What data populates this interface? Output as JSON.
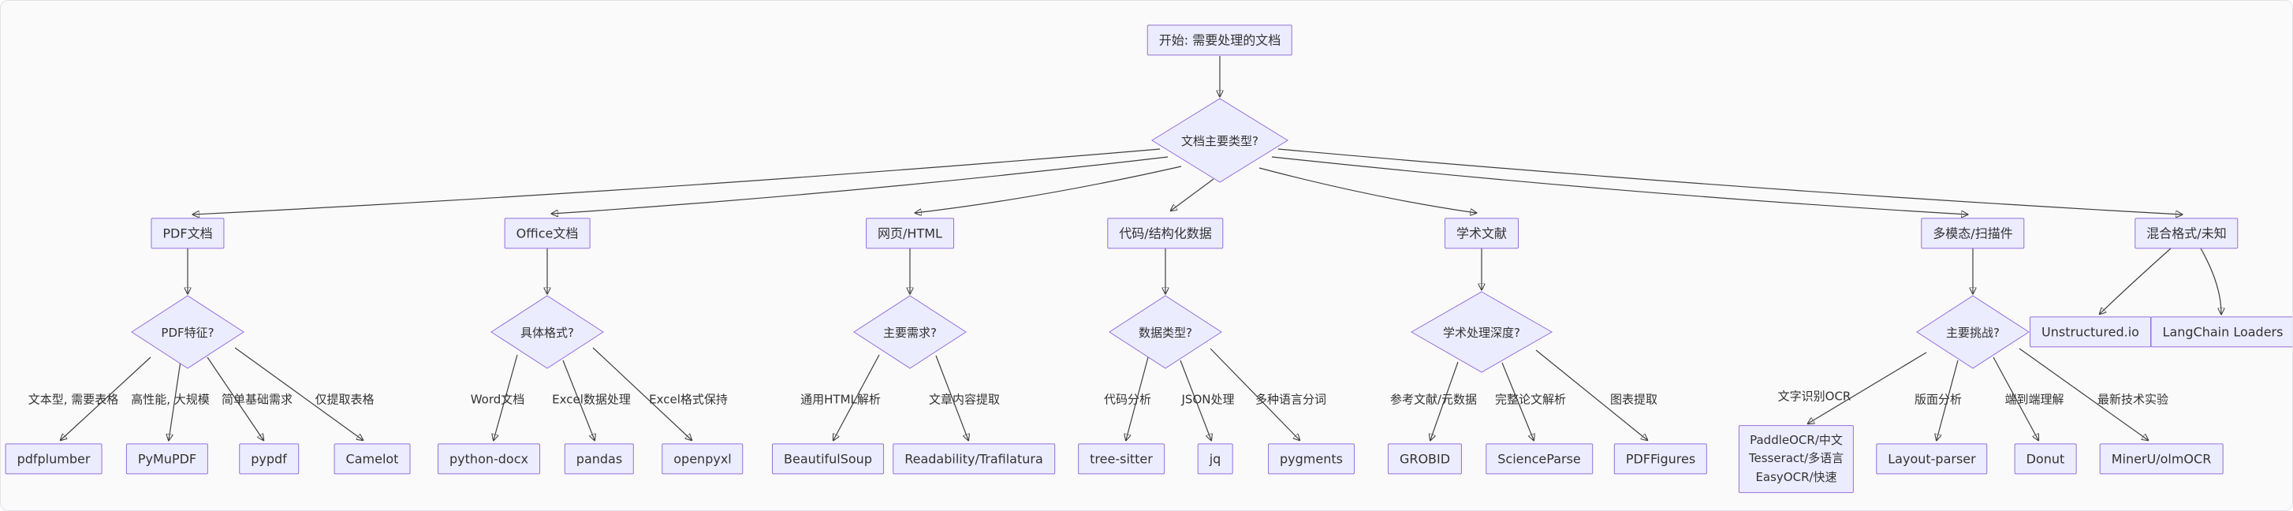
{
  "colors": {
    "node_fill": "#ECECFF",
    "node_border": "#9370DB",
    "edge": "#3f3f3f",
    "text": "#333333",
    "background": "#fafafa"
  },
  "flow": {
    "start": "开始: 需要处理的文档",
    "root_decision": "文档主要类型?",
    "branches": [
      {
        "category": "PDF文档",
        "decision": "PDF特征?",
        "children": [
          {
            "label": "文本型, 需要表格",
            "tool": "pdfplumber"
          },
          {
            "label": "高性能, 大规模",
            "tool": "PyMuPDF"
          },
          {
            "label": "简单基础需求",
            "tool": "pypdf"
          },
          {
            "label": "仅提取表格",
            "tool": "Camelot"
          }
        ]
      },
      {
        "category": "Office文档",
        "decision": "具体格式?",
        "children": [
          {
            "label": "Word文档",
            "tool": "python-docx"
          },
          {
            "label": "Excel数据处理",
            "tool": "pandas"
          },
          {
            "label": "Excel格式保持",
            "tool": "openpyxl"
          }
        ]
      },
      {
        "category": "网页/HTML",
        "decision": "主要需求?",
        "children": [
          {
            "label": "通用HTML解析",
            "tool": "BeautifulSoup"
          },
          {
            "label": "文章内容提取",
            "tool": "Readability/Trafilatura"
          }
        ]
      },
      {
        "category": "代码/结构化数据",
        "decision": "数据类型?",
        "children": [
          {
            "label": "代码分析",
            "tool": "tree-sitter"
          },
          {
            "label": "JSON处理",
            "tool": "jq"
          },
          {
            "label": "多种语言分词",
            "tool": "pygments"
          }
        ]
      },
      {
        "category": "学术文献",
        "decision": "学术处理深度?",
        "children": [
          {
            "label": "参考文献/元数据",
            "tool": "GROBID"
          },
          {
            "label": "完整论文解析",
            "tool": "ScienceParse"
          },
          {
            "label": "图表提取",
            "tool": "PDFFigures"
          }
        ]
      },
      {
        "category": "多模态/扫描件",
        "decision": "主要挑战?",
        "children": [
          {
            "label": "文字识别OCR",
            "tool_lines": [
              "PaddleOCR/中文",
              "Tesseract/多语言",
              "EasyOCR/快速"
            ]
          },
          {
            "label": "版面分析",
            "tool": "Layout-parser"
          },
          {
            "label": "端到端理解",
            "tool": "Donut"
          },
          {
            "label": "最新技术实验",
            "tool": "MinerU/olmOCR"
          }
        ]
      },
      {
        "category": "混合格式/未知",
        "tools": [
          "Unstructured.io",
          "LangChain Loaders"
        ]
      }
    ]
  }
}
